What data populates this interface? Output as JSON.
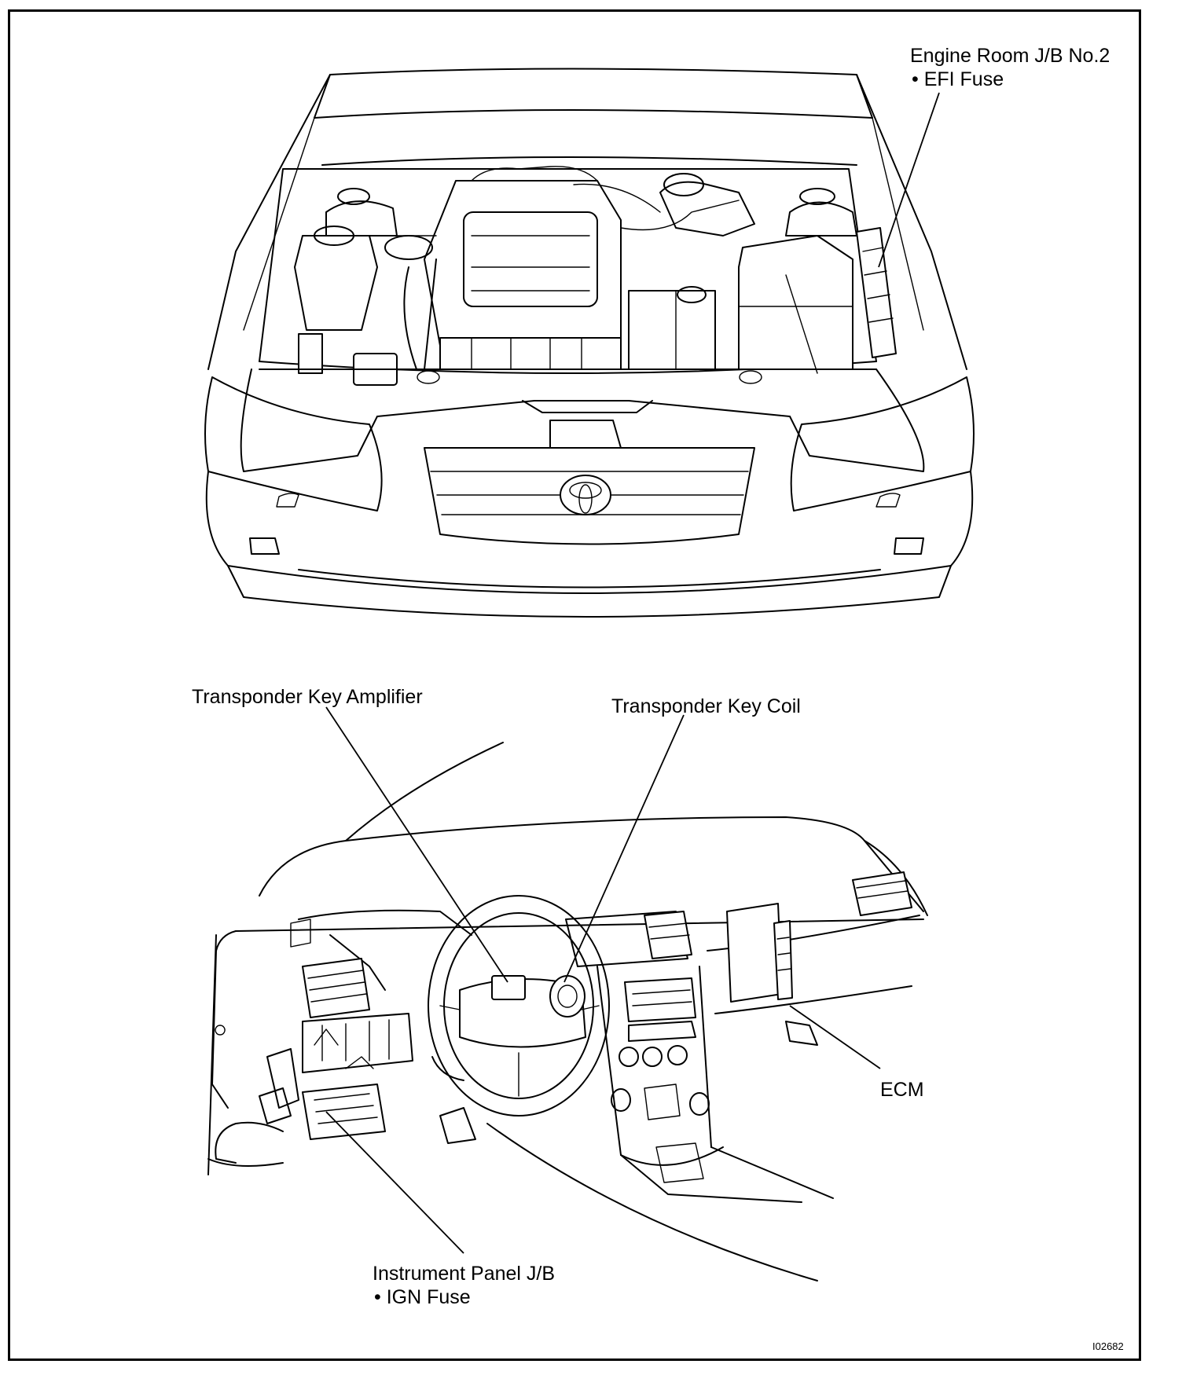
{
  "labels": {
    "engine_room_jb": {
      "line1": "Engine Room J/B No.2",
      "line2": "• EFI Fuse"
    },
    "transponder_amp": "Transponder Key Amplifier",
    "transponder_coil": "Transponder Key Coil",
    "ecm": "ECM",
    "instrument_panel_jb": {
      "line1": "Instrument Panel J/B",
      "line2": "• IGN Fuse"
    },
    "figure_ref": "I02682"
  },
  "icons": {
    "car_front": "car-front-engine-bay-illustration",
    "dashboard": "dashboard-interior-illustration",
    "emblem": "toyota-emblem"
  },
  "colors": {
    "ink": "#000000",
    "paper": "#ffffff"
  }
}
